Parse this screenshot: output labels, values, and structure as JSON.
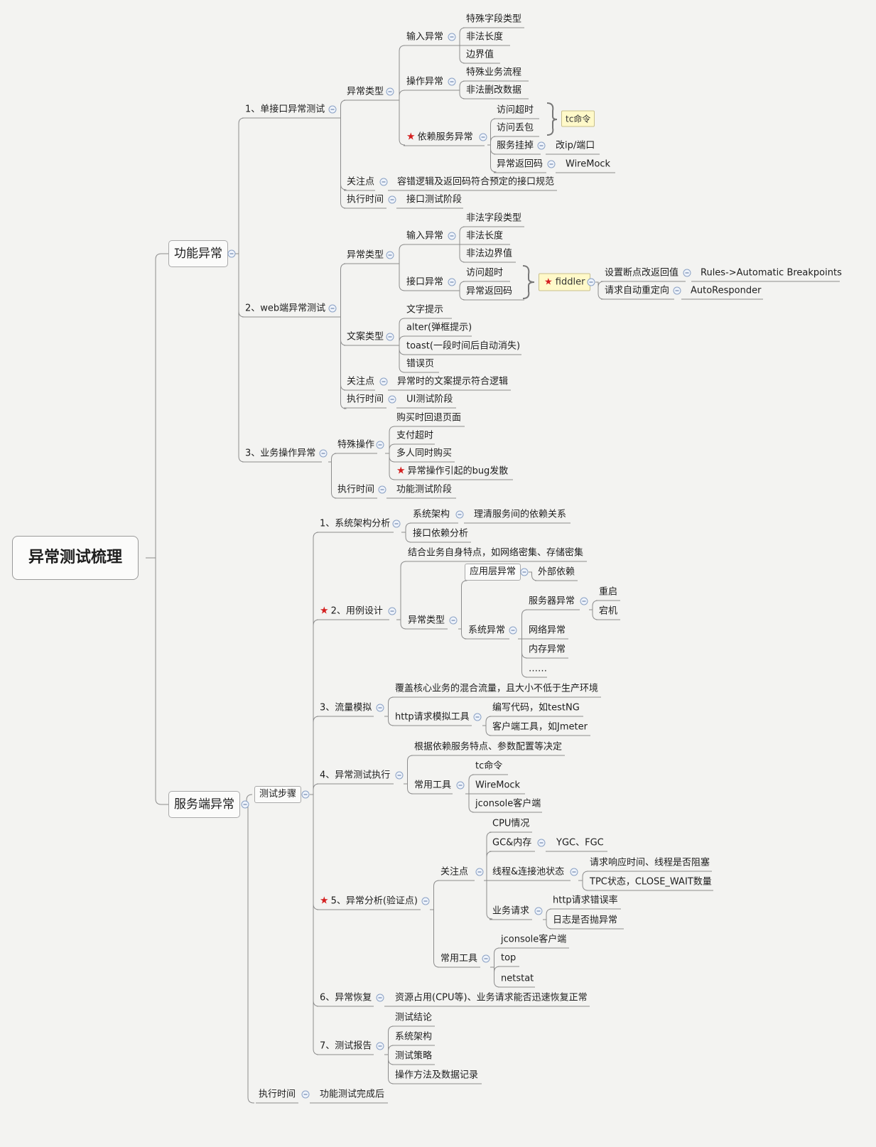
{
  "root": "异常测试梳理",
  "functional": {
    "title": "功能异常",
    "single_api": {
      "title": "1、单接口异常测试",
      "types_title": "异常类型",
      "input": {
        "title": "输入异常",
        "items": [
          "特殊字段类型",
          "非法长度",
          "边界值"
        ]
      },
      "operation": {
        "title": "操作异常",
        "items": [
          "特殊业务流程",
          "非法删改数据"
        ]
      },
      "dependency": {
        "title": "依赖服务异常",
        "timeout": "访问超时",
        "packet_loss": "访问丢包",
        "tc_label": "tc命令",
        "service_down": "服务挂掉",
        "service_down_fix": "改ip/端口",
        "bad_code": "异常返回码",
        "bad_code_fix": "WireMock"
      },
      "focus_title": "关注点",
      "focus_value": "容错逻辑及返回码符合预定的接口规范",
      "exec_title": "执行时间",
      "exec_value": "接口测试阶段"
    },
    "web": {
      "title": "2、web端异常测试",
      "types_title": "异常类型",
      "input": {
        "title": "输入异常",
        "items": [
          "非法字段类型",
          "非法长度",
          "非法边界值"
        ]
      },
      "api": {
        "title": "接口异常",
        "items": [
          "访问超时",
          "异常返回码"
        ]
      },
      "fiddler": "fiddler",
      "breakpoint": "设置断点改返回值",
      "breakpoint_value": "Rules->Automatic Breakpoints",
      "redirect": "请求自动重定向",
      "redirect_value": "AutoResponder",
      "copy_title": "文案类型",
      "copy_items": [
        "文字提示",
        "alter(弹框提示)",
        "toast(一段时间后自动消失)",
        "错误页"
      ],
      "focus_title": "关注点",
      "focus_value": "异常时的文案提示符合逻辑",
      "exec_title": "执行时间",
      "exec_value": "UI测试阶段"
    },
    "business": {
      "title": "3、业务操作异常",
      "special_title": "特殊操作",
      "special_items": [
        "购买时回退页面",
        "支付超时",
        "多人同时购买",
        "异常操作引起的bug发散"
      ],
      "exec_title": "执行时间",
      "exec_value": "功能测试阶段"
    }
  },
  "server": {
    "title": "服务端异常",
    "steps_title": "测试步骤",
    "arch": {
      "title": "1、系统架构分析",
      "sys_arch": "系统架构",
      "sys_arch_value": "理清服务间的依赖关系",
      "dep": "接口依赖分析"
    },
    "case": {
      "title": "2、用例设计",
      "combine": "结合业务自身特点，如网络密集、存储密集",
      "types_title": "异常类型",
      "app_layer": "应用层异常",
      "external": "外部依赖",
      "sys_title": "系统异常",
      "server_err": "服务器异常",
      "restart": "重启",
      "crash": "宕机",
      "network": "网络异常",
      "memory": "内存异常",
      "etc": "……"
    },
    "traffic": {
      "title": "3、流量模拟",
      "cover": "覆盖核心业务的混合流量，且大小不低于生产环境",
      "http_title": "http请求模拟工具",
      "code": "编写代码，如testNG",
      "client": "客户端工具，如Jmeter"
    },
    "exec": {
      "title": "4、异常测试执行",
      "decide": "根据依赖服务特点、参数配置等决定",
      "tools_title": "常用工具",
      "tools": [
        "tc命令",
        "WireMock",
        "jconsole客户端"
      ]
    },
    "analysis": {
      "title": "5、异常分析(验证点)",
      "focus_title": "关注点",
      "cpu": "CPU情况",
      "gc": "GC&内存",
      "gc_value": "YGC、FGC",
      "thread": "线程&连接池状态",
      "thread_items": [
        "请求响应时间、线程是否阻塞",
        "TPC状态，CLOSE_WAIT数量"
      ],
      "biz": "业务请求",
      "biz_items": [
        "http请求错误率",
        "日志是否抛异常"
      ],
      "tools_title": "常用工具",
      "tools": [
        "jconsole客户端",
        "top",
        "netstat"
      ]
    },
    "recover": {
      "title": "6、异常恢复",
      "value": "资源占用(CPU等)、业务请求能否迅速恢复正常"
    },
    "report": {
      "title": "7、测试报告",
      "items": [
        "测试结论",
        "系统架构",
        "测试策略",
        "操作方法及数据记录"
      ]
    },
    "exec_time": {
      "title": "执行时间",
      "value": "功能测试完成后"
    }
  }
}
